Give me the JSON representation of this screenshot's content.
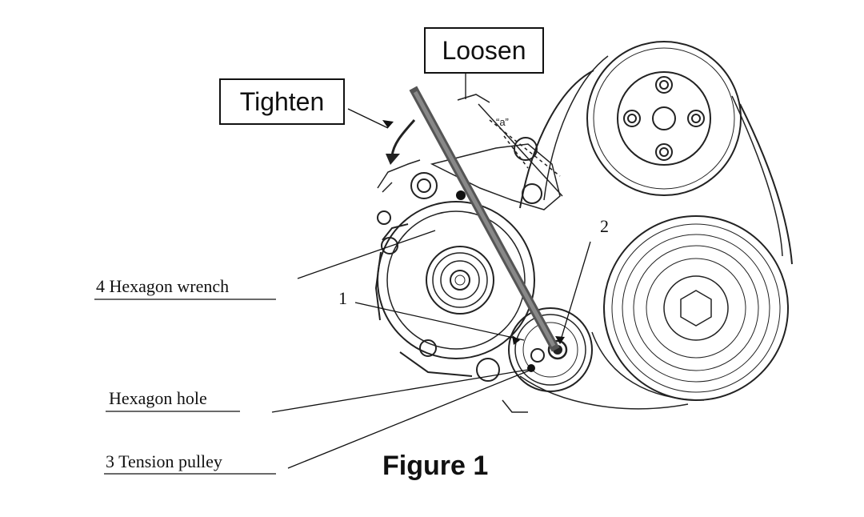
{
  "labels": {
    "loosen": "Loosen",
    "tighten": "Tighten",
    "a_mark": "“a”",
    "num_1": "1",
    "num_2": "2",
    "hexagon_wrench": "4 Hexagon wrench",
    "hexagon_hole": "Hexagon hole",
    "tension_pulley": "3 Tension pulley",
    "figure_caption": "Figure 1"
  }
}
